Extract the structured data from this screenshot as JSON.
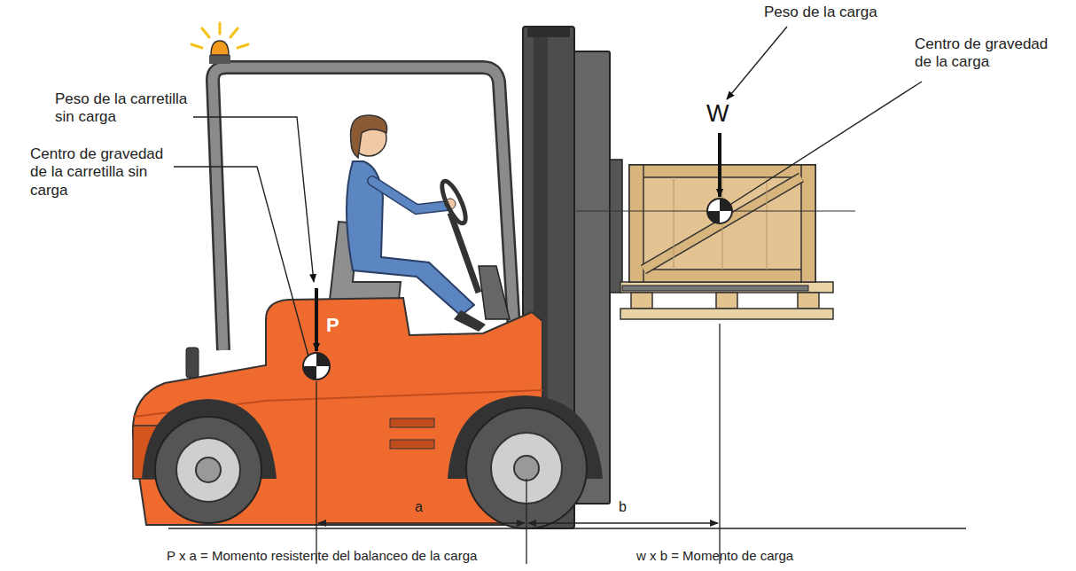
{
  "diagram": {
    "labels": [
      "Peso de la carga",
      "W",
      "Centro de gravedad de la carga",
      "Peso de la carretilla sin carga",
      "Centro de gravedad de la carretilla sin carga",
      "P",
      "a",
      "b",
      "P x a = Momento resistente del balanceo de la carga",
      "w x b = Momento de carga"
    ]
  }
}
